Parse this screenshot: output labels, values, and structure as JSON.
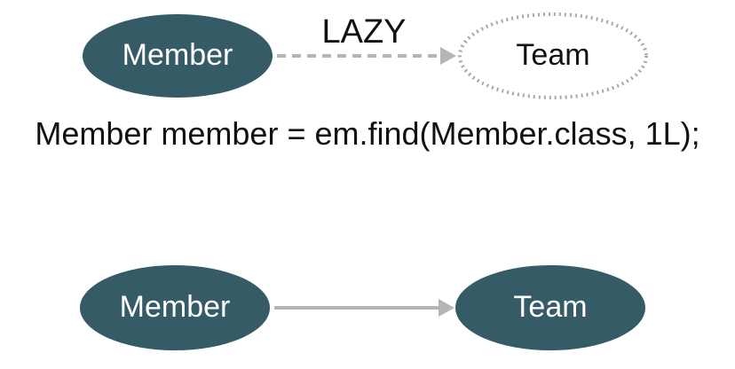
{
  "top_diagram": {
    "source_node": {
      "label": "Member"
    },
    "target_node": {
      "label": "Team"
    },
    "edge_label": "LAZY"
  },
  "code": {
    "line": "Member member = em.find(Member.class, 1L);"
  },
  "bottom_diagram": {
    "source_node": {
      "label": "Member"
    },
    "target_node": {
      "label": "Team"
    }
  },
  "colors": {
    "node_fill": "#355b67",
    "arrow": "#b5b5b5",
    "proxy_border": "#a8a8a8"
  }
}
